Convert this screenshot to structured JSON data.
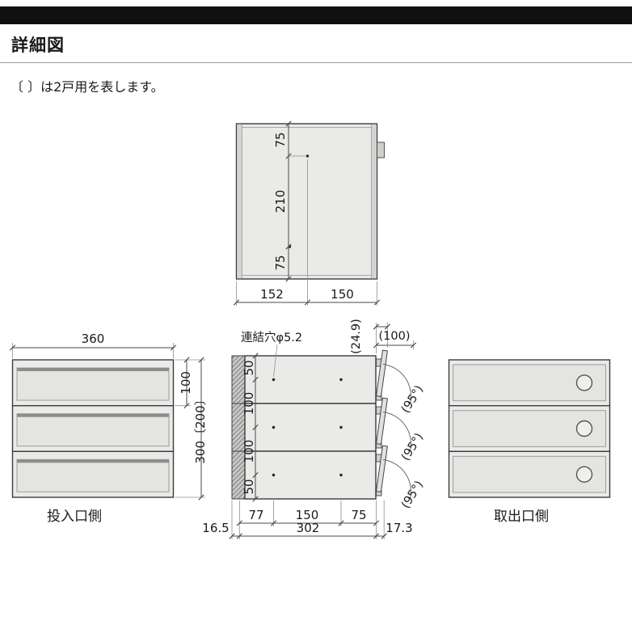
{
  "header": {
    "title": "詳細図",
    "note": "〔 〕は2戸用を表します。"
  },
  "top_view": {
    "dim_depth_top": "75",
    "dim_depth_mid": "210",
    "dim_depth_bottom": "75",
    "dim_width_left": "152",
    "dim_width_right": "150"
  },
  "front_view": {
    "label": "投入口側",
    "dim_width": "360",
    "dim_unit_height": "100",
    "dim_total_height": "300〔200〕"
  },
  "side_view": {
    "ann_link_hole": "連結穴φ5.2",
    "ann_offset": "(24.9)",
    "ann_door": "(100)",
    "ann_angle": "(95°)",
    "dim_v1": "50",
    "dim_v2": "100",
    "dim_v3": "100",
    "dim_v4": "50",
    "dim_h1": "77",
    "dim_h2": "150",
    "dim_h3": "75",
    "dim_total": "302",
    "dim_left": "16.5",
    "dim_right": "17.3"
  },
  "back_view": {
    "label": "取出口側"
  },
  "colors": {
    "top_bar": "#101010",
    "outline": "#3c3c3c",
    "fill": "#eaeae8"
  }
}
